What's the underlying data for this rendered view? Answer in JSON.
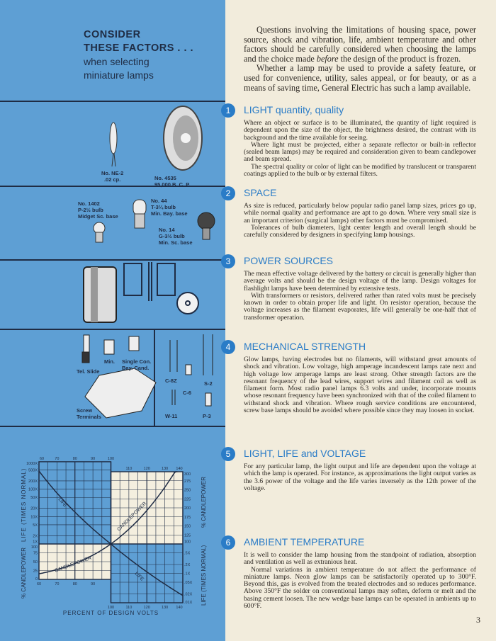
{
  "left_panel": {
    "title_line1": "CONSIDER",
    "title_line2": "THESE FACTORS . . .",
    "title_line3": "when selecting",
    "title_line4": "miniature lamps",
    "labels": {
      "ne2": "No. NE-2\n.02 cp.",
      "n4535": "No. 4535\n95,000 B. C. P.",
      "n1402": "No. 1402\nP-2½ bulb\nMidget Sc. base",
      "n44": "No. 44\nT-3¼ bulb\nMin. Bay. base",
      "n14": "No. 14\nG-3½ bulb\nMin. Sc. base",
      "tel_slide": "Tel. Slide",
      "min": "Min.",
      "single_con": "Single Con.\nBay. Cand.",
      "screw_terminals": "Screw\nTerminals",
      "c8z": "C-8Z",
      "c6": "C-6",
      "s2": "S-2",
      "w11": "W-11",
      "p3": "P-3"
    }
  },
  "chart_data": {
    "type": "line",
    "xlabel": "PERCENT OF DESIGN VOLTS",
    "x_ticks": [
      60,
      70,
      80,
      90,
      100,
      110,
      120,
      130,
      140
    ],
    "life_axis": {
      "label": "LIFE",
      "unit": "(TIMES NORMAL)",
      "ticks_upper": [
        "1000X",
        "500X",
        "200X",
        "100X",
        "50X",
        "20X",
        "10X",
        "5X",
        "2X",
        "1X"
      ],
      "ticks_lower": [
        ".5X",
        ".2X",
        ".1X",
        ".05X",
        ".02X",
        ".01X"
      ],
      "scale": "log"
    },
    "candlepower_axis": {
      "label": "% CANDLEPOWER",
      "ticks_upper": [
        "300",
        "275",
        "250",
        "225",
        "200",
        "175",
        "150",
        "125",
        "100"
      ],
      "ticks_lower": [
        "100",
        "75",
        "50",
        "25",
        "0"
      ]
    },
    "series": [
      {
        "name": "LIFE",
        "x": [
          60,
          70,
          80,
          90,
          100,
          110,
          120,
          130,
          140
        ],
        "y": [
          459,
          72,
          14.6,
          3.5,
          1,
          0.32,
          0.11,
          0.043,
          0.018
        ]
      },
      {
        "name": "CANDLEPOWER",
        "x": [
          60,
          70,
          80,
          90,
          100,
          110,
          120,
          130,
          137
        ],
        "y": [
          16,
          28,
          45,
          68,
          100,
          141,
          193,
          257,
          300
        ]
      }
    ],
    "colors": {
      "grid": "#1f2c44",
      "blue": "#5e9fd4",
      "cream": "#f4efdf"
    }
  },
  "sections": {
    "intro_p1_em": "before",
    "intro_p1a": "Questions involving the limitations of housing space, power source, shock and vibration, life, ambient temperature and other factors should be carefully considered when choosing the lamps and the choice made ",
    "intro_p1b": " the design of the product is frozen.",
    "intro_p2": "Whether a lamp may be used to provide a safety feature, or used for convenience, utility, sales appeal, or for beauty, or as a means of saving time, General Electric has such a lamp available.",
    "items": [
      {
        "num": "1",
        "heading": "LIGHT quantity, quality",
        "paras": [
          "Where an object or surface is to be illuminated, the quantity of light required is dependent upon the size of the object, the brightness desired, the contrast with its background and the time available for seeing.",
          "Where light must be projected, either a separate reflector or built-in reflector (sealed beam lamps) may be required and consideration given to beam candlepower and beam spread.",
          "The spectral quality or color of light can be modified by translucent or transparent coatings applied to the bulb or by external filters."
        ]
      },
      {
        "num": "2",
        "heading": "SPACE",
        "paras": [
          "As size is reduced, particularly below popular radio panel lamp sizes, prices go up, while normal quality and performance are apt to go down. Where very small size is an important criterion (surgical lamps) other factors must be compromised.",
          "Tolerances of bulb diameters, light center length and overall length should be carefully considered by designers in specifying lamp housings."
        ]
      },
      {
        "num": "3",
        "heading": "POWER SOURCES",
        "paras": [
          "The mean effective voltage delivered by the battery or circuit is generally higher than average volts and should be the design voltage of the lamp. Design voltages for flashlight lamps have been determined by extensive tests.",
          "With transformers or resistors, delivered rather than rated volts must be precisely known in order to obtain proper life and light. On resistor operation, because the voltage increases as the filament evaporates, life will generally be one-half that of transformer operation."
        ]
      },
      {
        "num": "4",
        "heading": "MECHANICAL STRENGTH",
        "paras": [
          "Glow lamps, having electrodes but no filaments, will withstand great amounts of shock and vibration. Low voltage, high amperage incandescent lamps rate next and high voltage low amperage lamps are least strong. Other strength factors are the resonant frequency of the lead wires, support wires and filament coil as well as filament form. Most radio panel lamps 6.3 volts and under, incorporate mounts whose resonant frequency have been synchronized with that of the coiled filament to withstand shock and vibration. Where rough service conditions are encountered, screw base lamps should be avoided where possible since they may loosen in socket."
        ]
      },
      {
        "num": "5",
        "heading": "LIGHT, LIFE and VOLTAGE",
        "paras": [
          "For any particular lamp, the light output and life are dependent upon the voltage at which the lamp is operated. For instance, as approximations the light output varies as the 3.6 power of the voltage and the life varies inversely as the 12th power of the voltage."
        ]
      },
      {
        "num": "6",
        "heading": "AMBIENT TEMPERATURE",
        "paras": [
          "It is well to consider the lamp housing from the standpoint of radiation, absorption and ventilation as well as extranious heat.",
          "Normal variations in ambient temperature do not affect the performance of miniature lamps. Neon glow lamps can be satisfactorily operated up to 300°F. Beyond this, gas is evolved from the treated electrodes and so reduces performance. Above 350°F the solder on conventional lamps may soften, deform or melt and the basing cement loosen. The new wedge base lamps can be operated in ambients up to 600°F."
        ]
      }
    ]
  },
  "page_number": "3"
}
